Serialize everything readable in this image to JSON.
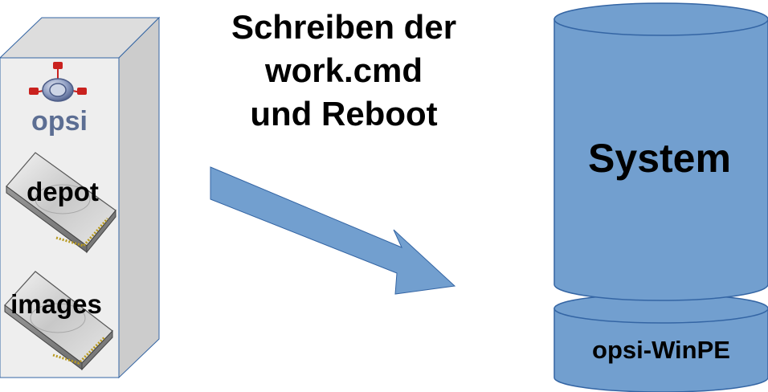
{
  "server": {
    "logo_text": "opsi",
    "disks": [
      {
        "label": "depot"
      },
      {
        "label": "images"
      }
    ]
  },
  "action": {
    "lines": [
      "Schreiben der",
      "work.cmd",
      "und Reboot"
    ]
  },
  "client": {
    "upper_partition": "System",
    "lower_partition": "opsi-WinPE"
  },
  "colors": {
    "cylinder_fill": "#729fcf",
    "cylinder_stroke": "#3465a4",
    "arrow_fill": "#729fcf",
    "tower_front": "#eeeeee",
    "tower_side": "#cccccc",
    "tower_top": "#dddddd",
    "tower_stroke": "#3465a4",
    "logo_red": "#c9211e",
    "logo_blue": "#5c6e93"
  }
}
